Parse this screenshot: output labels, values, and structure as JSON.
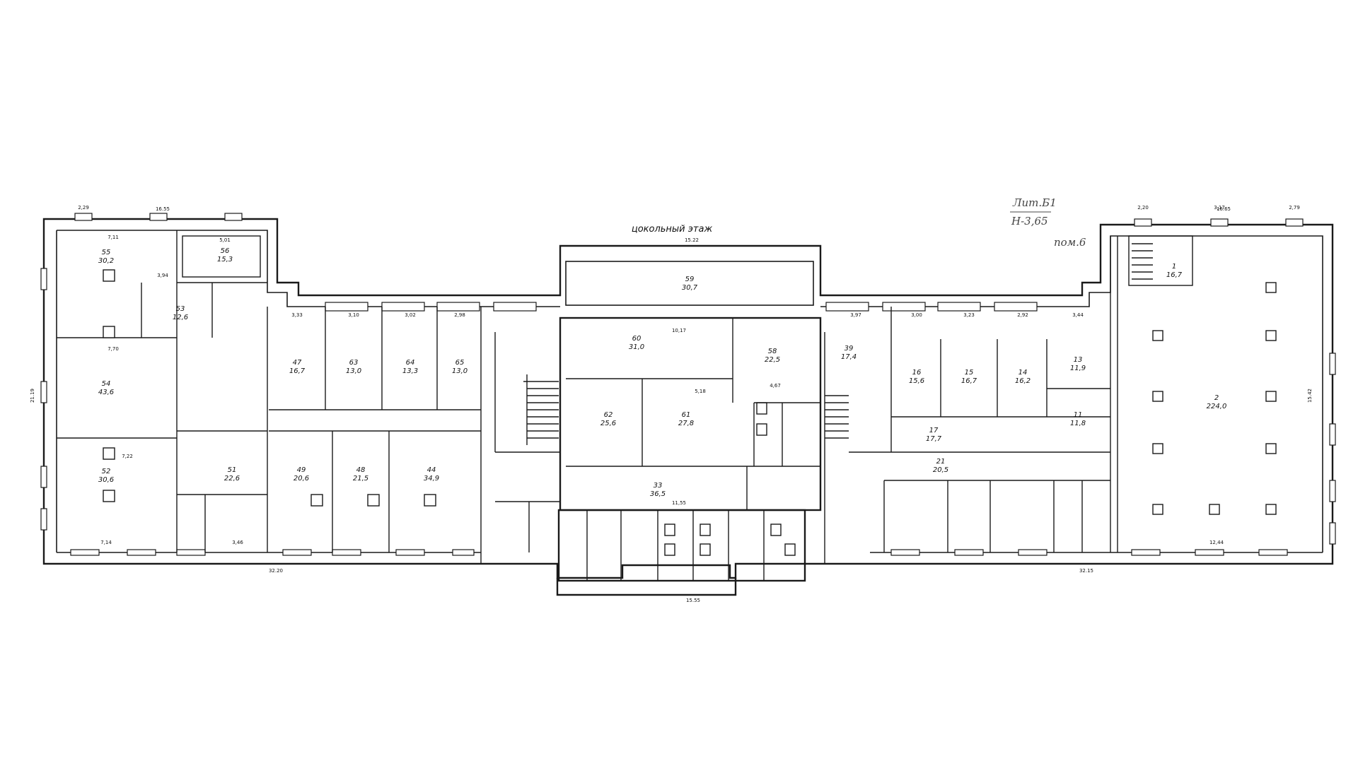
{
  "plan": {
    "floor_title": "цокольный этаж",
    "sheet_label": "Лит.Б1",
    "height_label": "Н-3,65",
    "room_label": "пом.6",
    "overall_dims": {
      "top_left": "16.55",
      "top_center": "15.22",
      "top_right": "16.65",
      "bottom_left": "32.20",
      "bottom_center": "15.55",
      "bottom_right": "32.15",
      "left_height": "21.19",
      "right_height": "15.42"
    },
    "rooms": [
      {
        "num": "55",
        "area": "30,2"
      },
      {
        "num": "56",
        "area": "15,3"
      },
      {
        "num": "53",
        "area": "12,6"
      },
      {
        "num": "54",
        "area": "43,6"
      },
      {
        "num": "52",
        "area": "30,6"
      },
      {
        "num": "51",
        "area": "22,6"
      },
      {
        "num": "47",
        "area": "16,7"
      },
      {
        "num": "63",
        "area": "13,0"
      },
      {
        "num": "64",
        "area": "13,3"
      },
      {
        "num": "65",
        "area": "13,0"
      },
      {
        "num": "49",
        "area": "20,6"
      },
      {
        "num": "48",
        "area": "21,5"
      },
      {
        "num": "44",
        "area": "34,9"
      },
      {
        "num": "59",
        "area": "30,7"
      },
      {
        "num": "60",
        "area": "31,0"
      },
      {
        "num": "62",
        "area": "25,6"
      },
      {
        "num": "61",
        "area": "27,8"
      },
      {
        "num": "58",
        "area": "22,5"
      },
      {
        "num": "33",
        "area": "36,5"
      },
      {
        "num": "39",
        "area": "17,4"
      },
      {
        "num": "16",
        "area": "15,6"
      },
      {
        "num": "15",
        "area": "16,7"
      },
      {
        "num": "14",
        "area": "16,2"
      },
      {
        "num": "13",
        "area": "11,9"
      },
      {
        "num": "17",
        "area": "17,7"
      },
      {
        "num": "11",
        "area": "11,8"
      },
      {
        "num": "21",
        "area": "20,5"
      },
      {
        "num": "2",
        "area": "224,0"
      },
      {
        "num": "1",
        "area": "16,7"
      }
    ],
    "dims_sample": [
      "7,11",
      "5,01",
      "3,94",
      "7,70",
      "7,22",
      "7,14",
      "3,46",
      "3,33",
      "3,10",
      "3,02",
      "2,98",
      "10,17",
      "5,18",
      "4,67",
      "3,97",
      "3,00",
      "3,23",
      "2,92",
      "3,44",
      "12,44",
      "11,55",
      "2,29",
      "2,20",
      "3,17",
      "2,79"
    ]
  }
}
